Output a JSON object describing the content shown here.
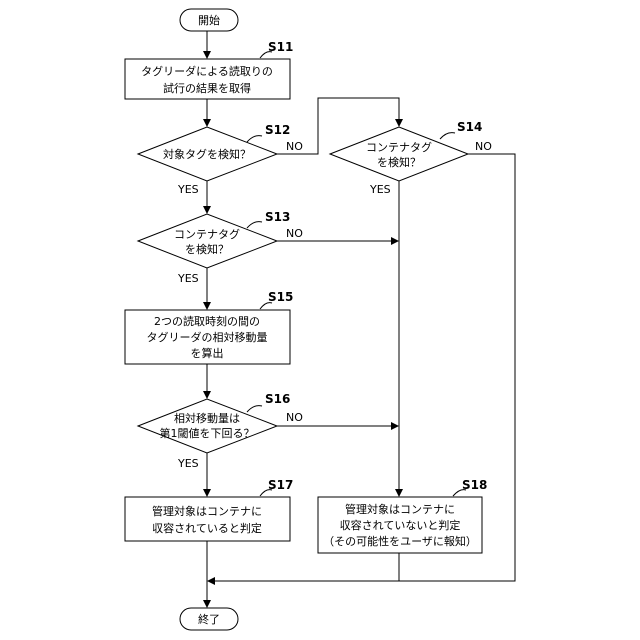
{
  "start": {
    "label": "開始"
  },
  "end": {
    "label": "終了"
  },
  "s11": {
    "step": "S11",
    "line1": "タグリーダによる読取りの",
    "line2": "試行の結果を取得"
  },
  "s12": {
    "step": "S12",
    "line1": "対象タグを検知？",
    "no": "NO",
    "yes": "YES"
  },
  "s13": {
    "step": "S13",
    "line1": "コンテナタグ",
    "line2": "を検知？",
    "no": "NO",
    "yes": "YES"
  },
  "s14": {
    "step": "S14",
    "line1": "コンテナタグ",
    "line2": "を検知？",
    "no": "NO",
    "yes": "YES"
  },
  "s15": {
    "step": "S15",
    "line1": "2つの読取時刻の間の",
    "line2": "タグリーダの相対移動量",
    "line3": "を算出"
  },
  "s16": {
    "step": "S16",
    "line1": "相対移動量は",
    "line2": "第1閾値を下回る？",
    "no": "NO",
    "yes": "YES"
  },
  "s17": {
    "step": "S17",
    "line1": "管理対象はコンテナに",
    "line2": "収容されていると判定"
  },
  "s18": {
    "step": "S18",
    "line1": "管理対象はコンテナに",
    "line2": "収容されていないと判定",
    "line3": "（その可能性をユーザに報知）"
  }
}
